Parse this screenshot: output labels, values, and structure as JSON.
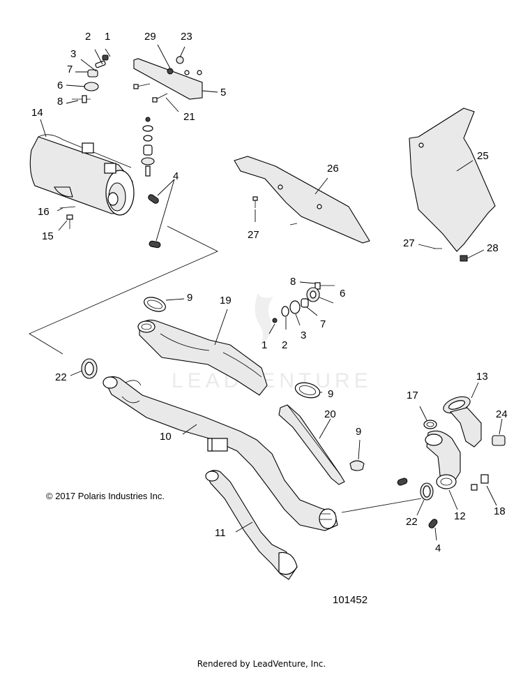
{
  "callouts": [
    {
      "text": "1"
    },
    {
      "text": "2"
    },
    {
      "text": "3"
    },
    {
      "text": "7"
    },
    {
      "text": "6"
    },
    {
      "text": "8"
    },
    {
      "text": "29"
    },
    {
      "text": "23"
    },
    {
      "text": "5"
    },
    {
      "text": "21"
    },
    {
      "text": "14"
    },
    {
      "text": "4"
    },
    {
      "text": "16"
    },
    {
      "text": "15"
    },
    {
      "text": "26"
    },
    {
      "text": "27"
    },
    {
      "text": "25"
    },
    {
      "text": "27"
    },
    {
      "text": "28"
    },
    {
      "text": "9"
    },
    {
      "text": "8"
    },
    {
      "text": "6"
    },
    {
      "text": "19"
    },
    {
      "text": "1"
    },
    {
      "text": "2"
    },
    {
      "text": "3"
    },
    {
      "text": "7"
    },
    {
      "text": "22"
    },
    {
      "text": "9"
    },
    {
      "text": "13"
    },
    {
      "text": "17"
    },
    {
      "text": "24"
    },
    {
      "text": "20"
    },
    {
      "text": "10"
    },
    {
      "text": "9"
    },
    {
      "text": "18"
    },
    {
      "text": "22"
    },
    {
      "text": "12"
    },
    {
      "text": "11"
    },
    {
      "text": "4"
    }
  ],
  "copyright": "© 2017 Polaris Industries Inc.",
  "diagram_id": "101452",
  "watermark": "LEADVENTURE",
  "footer": "Rendered by LeadVenture, Inc."
}
